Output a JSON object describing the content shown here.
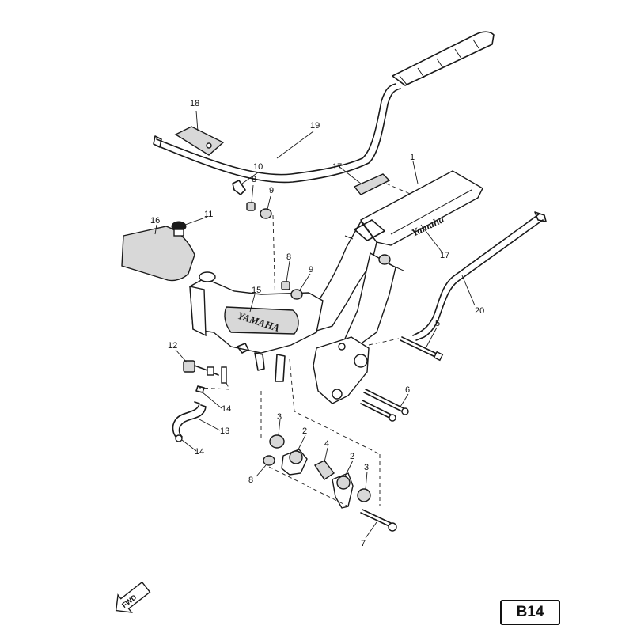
{
  "callouts": {
    "p1": "1",
    "p2a": "2",
    "p2b": "2",
    "p3a": "3",
    "p3b": "3",
    "p4": "4",
    "p5": "5",
    "p6": "6",
    "p7": "7",
    "p8a": "8",
    "p8b": "8",
    "p8c": "8",
    "p9a": "9",
    "p9b": "9",
    "p10": "10",
    "p11": "11",
    "p12": "12",
    "p13": "13",
    "p14a": "14",
    "p14b": "14",
    "p15": "15",
    "p16": "16",
    "p17a": "17",
    "p17b": "17",
    "p18": "18",
    "p19": "19",
    "p20": "20"
  },
  "frame_logo_front": "YAMAHA",
  "frame_logo_rear": "Yamaha",
  "direction_label": "FWD",
  "page_code": "B14"
}
